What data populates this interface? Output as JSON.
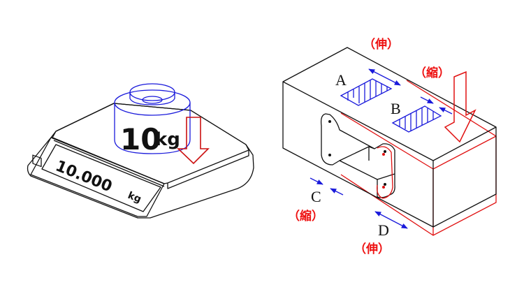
{
  "scale": {
    "weight_label_number": "10",
    "weight_label_unit": "kg",
    "display_value": "10.000",
    "display_unit": "kg"
  },
  "load_cell": {
    "labels": {
      "a": "A",
      "b": "B",
      "c": "C",
      "d": "D"
    },
    "top_stretch": "（伸）",
    "load_compress": "（縮）",
    "c_compress": "（縮）",
    "d_stretch": "（伸）"
  },
  "colors": {
    "gauge": "#1a1adb",
    "deformation": "#e01010",
    "outline": "#111111"
  }
}
